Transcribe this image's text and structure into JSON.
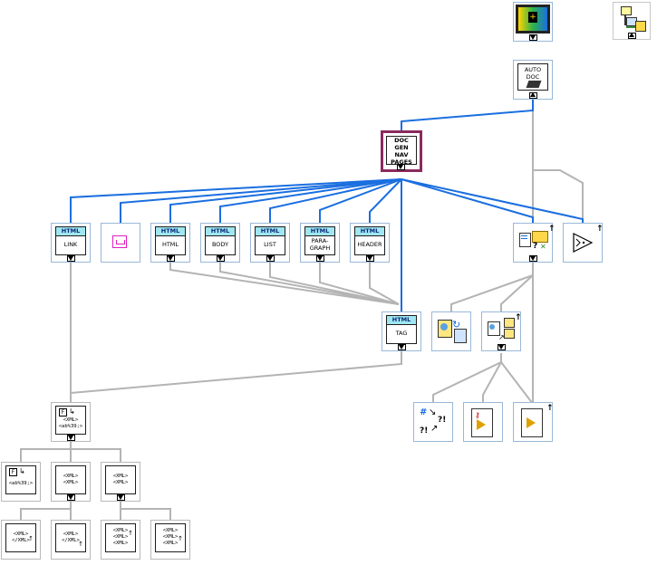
{
  "colors": {
    "wire_blue": "#1a6ee0",
    "wire_gray": "#b4b4b4",
    "html_header": "#9fe6f0",
    "selected_border": "#8b2a5e",
    "placeholder_border": "#e020c0"
  },
  "nodes": {
    "top_vi": {
      "icon": "vi-icon"
    },
    "top_right": {
      "icon": "hierarchy-icon"
    },
    "auto_doc": {
      "label": "AUTO\nDOC",
      "icon": "auto-doc-icon"
    },
    "doc_gen": {
      "label": "DOC\nGEN\nNAV\nPAGES"
    },
    "html_link": {
      "header": "HTML",
      "label": "LINK"
    },
    "placeholder": {
      "icon": "placeholder-icon"
    },
    "html_html": {
      "header": "HTML",
      "label": "HTML"
    },
    "html_body": {
      "header": "HTML",
      "label": "BODY"
    },
    "html_list": {
      "header": "HTML",
      "label": "LIST"
    },
    "html_paragraph": {
      "header": "HTML",
      "label": "PARA-\nGRAPH"
    },
    "html_header": {
      "header": "HTML",
      "label": "HEADER"
    },
    "html_tag": {
      "header": "HTML",
      "label": "TAG"
    },
    "file_folder": {
      "icon": "file-folder-icon"
    },
    "vi_arrow": {
      "icon": "vi-arrow-icon"
    },
    "refresh_files": {
      "icon": "refresh-files-icon"
    },
    "tree_files": {
      "icon": "tree-files-icon"
    },
    "error_symbols": {
      "icon": "error-symbols-icon"
    },
    "key_vi": {
      "icon": "key-vi-icon"
    },
    "doc_vi": {
      "icon": "doc-vi-icon"
    },
    "xml_root": {
      "label": "<XML>\n<ab%39;>"
    },
    "xml_a": {
      "label": "<ab%39;>"
    },
    "xml_b": {
      "label": "<XML>\n<XML>"
    },
    "xml_c": {
      "label": "<XML>\n<XML>"
    },
    "xml_d": {
      "label": "<XML>\n</XML>"
    },
    "xml_e": {
      "label": "<XML>\n</XML>"
    },
    "xml_f": {
      "label": "<XML>\n<XML>\n<XML>"
    },
    "xml_g": {
      "label": "<XML>\n<XML>\n<XML>"
    }
  }
}
